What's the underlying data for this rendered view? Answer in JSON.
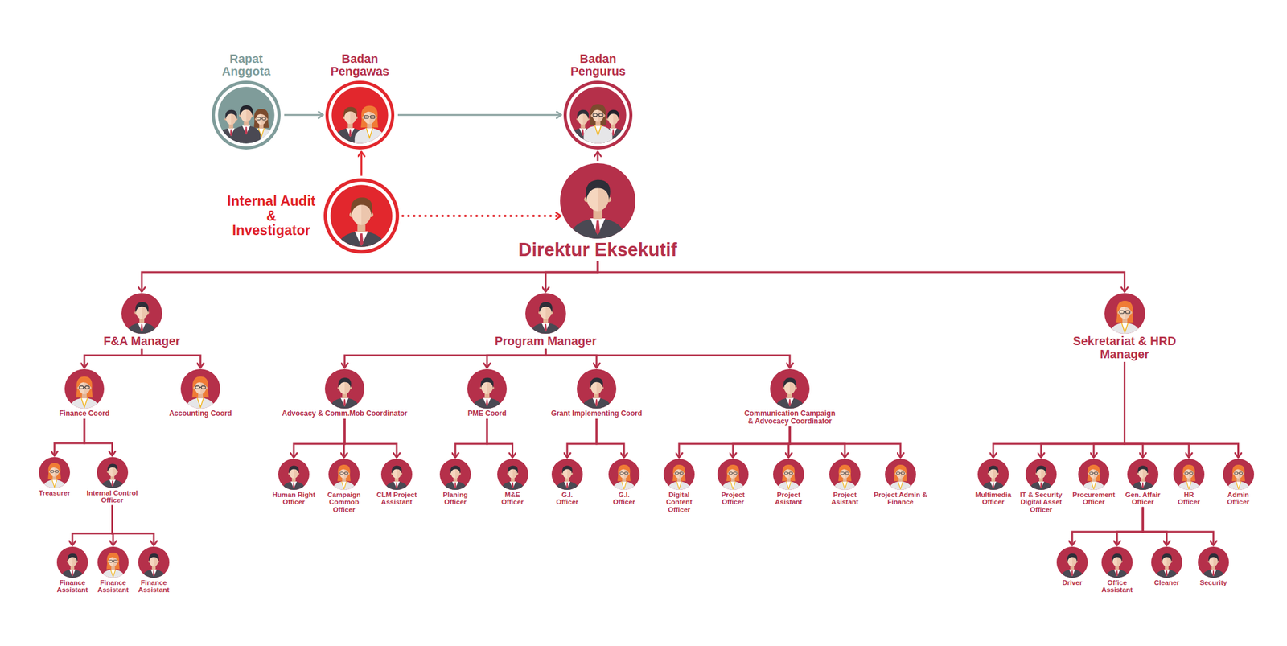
{
  "diagram": {
    "nodes": [
      {
        "text": [
          "Rapat Anggota"
        ]
      },
      {
        "text": [
          "Badan Pengawas"
        ]
      },
      {
        "text": [
          "Badan Pengurus"
        ]
      },
      {
        "text": [
          "Internal Audit & Investigator"
        ]
      },
      {
        "text": [
          "Direktur Eksekutif"
        ]
      },
      {
        "text": [
          "F&A Manager"
        ]
      },
      {
        "text": [
          "Program Manager"
        ]
      },
      {
        "text": [
          "Sekretariat & HRD Manager"
        ]
      },
      {
        "text": [
          "Finance Coord"
        ]
      },
      {
        "text": [
          "Accounting Coord"
        ]
      },
      {
        "text": [
          "Treasurer"
        ]
      },
      {
        "text": [
          "Internal Control Officer"
        ]
      },
      {
        "text": [
          "Finance Assistant"
        ]
      },
      {
        "text": [
          "Finance Assistant"
        ]
      },
      {
        "text": [
          "Finance Assistant"
        ]
      },
      {
        "text": [
          "Advocacy & Comm.Mob Coordinator"
        ]
      },
      {
        "text": [
          "PME Coord"
        ]
      },
      {
        "text": [
          "Grant Implementing Coord"
        ]
      },
      {
        "text": [
          "Communication Campaign & Advocacy Coordinator"
        ]
      },
      {
        "text": [
          "Human Right Officer"
        ]
      },
      {
        "text": [
          "Campaign Commob Officer"
        ]
      },
      {
        "text": [
          "CLM Project Assistant"
        ]
      },
      {
        "text": [
          "Planing Officer"
        ]
      },
      {
        "text": [
          "M&E Officer"
        ]
      },
      {
        "text": [
          "G.I. Officer"
        ]
      },
      {
        "text": [
          "G.I. Officer"
        ]
      },
      {
        "text": [
          "Digital Content Officer"
        ]
      },
      {
        "text": [
          "Project Officer"
        ]
      },
      {
        "text": [
          "Project Asistant"
        ]
      },
      {
        "text": [
          "Project Asistant"
        ]
      },
      {
        "text": [
          "Project Admin & Finance"
        ]
      },
      {
        "text": [
          "Multimedia Officer"
        ]
      },
      {
        "text": [
          "IT & Security Digital Asset Officer"
        ]
      },
      {
        "text": [
          "Procurement Officer"
        ]
      },
      {
        "text": [
          "Gen. Affair Officer"
        ]
      },
      {
        "text": [
          "HR Officer"
        ]
      },
      {
        "text": [
          "Admin Officer"
        ]
      },
      {
        "text": [
          "Driver"
        ]
      },
      {
        "text": [
          "Office Assistant"
        ]
      },
      {
        "text": [
          "Cleaner"
        ]
      },
      {
        "text": [
          "Security"
        ]
      }
    ],
    "edges": [
      {
        "from": 0,
        "to": 1,
        "arrow": "to"
      },
      {
        "from": 1,
        "to": 2,
        "arrow": "to"
      },
      {
        "from": 3,
        "to": 1,
        "arrow": "to"
      },
      {
        "from": 3,
        "to": 4,
        "arrow": "to"
      },
      {
        "from": 4,
        "to": 2,
        "arrow": "to"
      },
      {
        "from": 4,
        "to": 5,
        "arrow": "to"
      },
      {
        "from": 4,
        "to": 6,
        "arrow": "to"
      },
      {
        "from": 4,
        "to": 7,
        "arrow": "to"
      },
      {
        "from": 5,
        "to": 8,
        "arrow": "to"
      },
      {
        "from": 5,
        "to": 9,
        "arrow": "to"
      },
      {
        "from": 8,
        "to": 10,
        "arrow": "to"
      },
      {
        "from": 8,
        "to": 11,
        "arrow": "to"
      },
      {
        "from": 11,
        "to": 12,
        "arrow": "to"
      },
      {
        "from": 11,
        "to": 13,
        "arrow": "to"
      },
      {
        "from": 11,
        "to": 14,
        "arrow": "to"
      },
      {
        "from": 6,
        "to": 15,
        "arrow": "to"
      },
      {
        "from": 6,
        "to": 16,
        "arrow": "to"
      },
      {
        "from": 6,
        "to": 17,
        "arrow": "to"
      },
      {
        "from": 6,
        "to": 18,
        "arrow": "to"
      },
      {
        "from": 15,
        "to": 19,
        "arrow": "to"
      },
      {
        "from": 15,
        "to": 20,
        "arrow": "to"
      },
      {
        "from": 15,
        "to": 21,
        "arrow": "to"
      },
      {
        "from": 16,
        "to": 22,
        "arrow": "to"
      },
      {
        "from": 16,
        "to": 23,
        "arrow": "to"
      },
      {
        "from": 17,
        "to": 24,
        "arrow": "to"
      },
      {
        "from": 17,
        "to": 25,
        "arrow": "to"
      },
      {
        "from": 18,
        "to": 26,
        "arrow": "to"
      },
      {
        "from": 18,
        "to": 27,
        "arrow": "to"
      },
      {
        "from": 18,
        "to": 28,
        "arrow": "to"
      },
      {
        "from": 18,
        "to": 29,
        "arrow": "to"
      },
      {
        "from": 18,
        "to": 30,
        "arrow": "to"
      },
      {
        "from": 7,
        "to": 31,
        "arrow": "to"
      },
      {
        "from": 7,
        "to": 32,
        "arrow": "to"
      },
      {
        "from": 7,
        "to": 33,
        "arrow": "to"
      },
      {
        "from": 7,
        "to": 34,
        "arrow": "to"
      },
      {
        "from": 7,
        "to": 35,
        "arrow": "to"
      },
      {
        "from": 7,
        "to": 36,
        "arrow": "to"
      },
      {
        "from": 34,
        "to": 37,
        "arrow": "to"
      },
      {
        "from": 34,
        "to": 38,
        "arrow": "to"
      },
      {
        "from": 34,
        "to": 39,
        "arrow": "to"
      },
      {
        "from": 34,
        "to": 40,
        "arrow": "to"
      }
    ]
  }
}
